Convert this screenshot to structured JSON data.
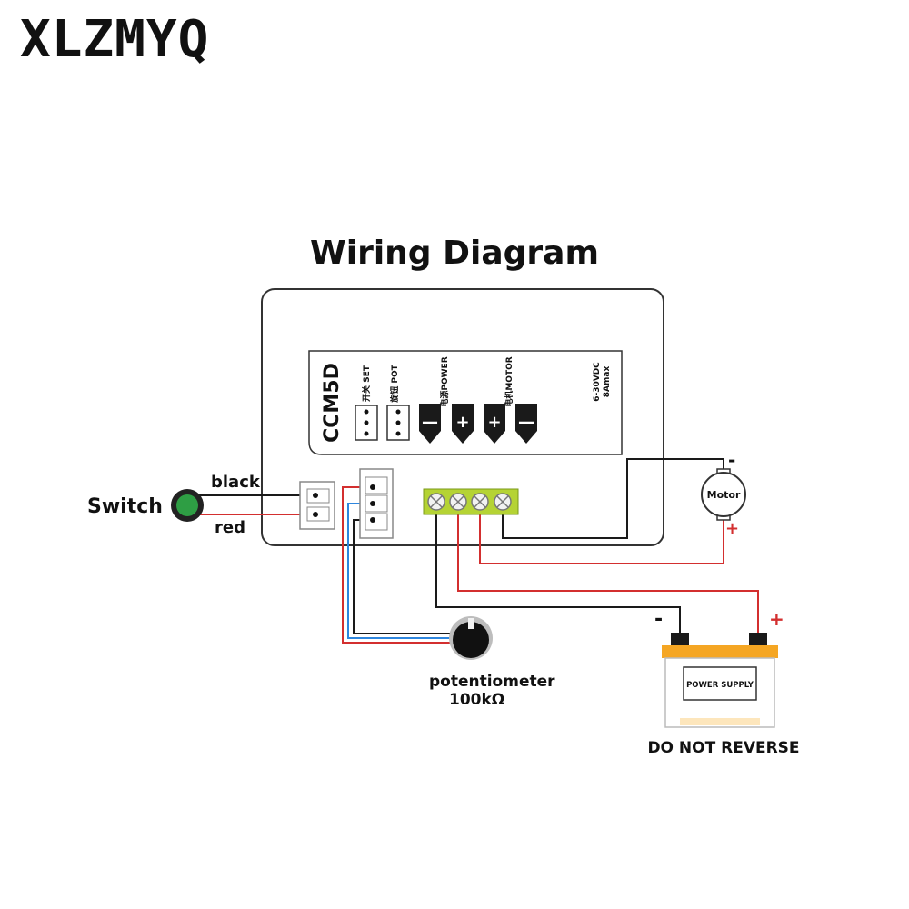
{
  "brand": "XLZMYQ",
  "title": "Wiring Diagram",
  "module": {
    "model": "CCM5D",
    "set_label": "开关 SET",
    "pot_label": "旋钮 POT",
    "power_label": "电源POWER",
    "motor_label": "电机MOTOR",
    "rating_voltage": "6-30VDC",
    "rating_current": "8Amax",
    "terminal_signs": [
      "—",
      "+",
      "+",
      "—"
    ]
  },
  "switch": {
    "label": "Switch",
    "wire_black": "black",
    "wire_red": "red"
  },
  "motor": {
    "label": "Motor",
    "minus": "-",
    "plus": "+"
  },
  "potentiometer": {
    "label": "potentiometer",
    "value": "100kΩ"
  },
  "battery": {
    "label": "POWER SUPPLY",
    "minus": "-",
    "plus": "+",
    "warning": "DO NOT REVERSE"
  },
  "colors": {
    "wire_black": "#1a1a1a",
    "wire_red": "#d32f2f",
    "wire_blue": "#2e86de",
    "switch_green": "#2e9e44",
    "terminal_green": "#b5d334",
    "battery_orange": "#f5a623"
  }
}
